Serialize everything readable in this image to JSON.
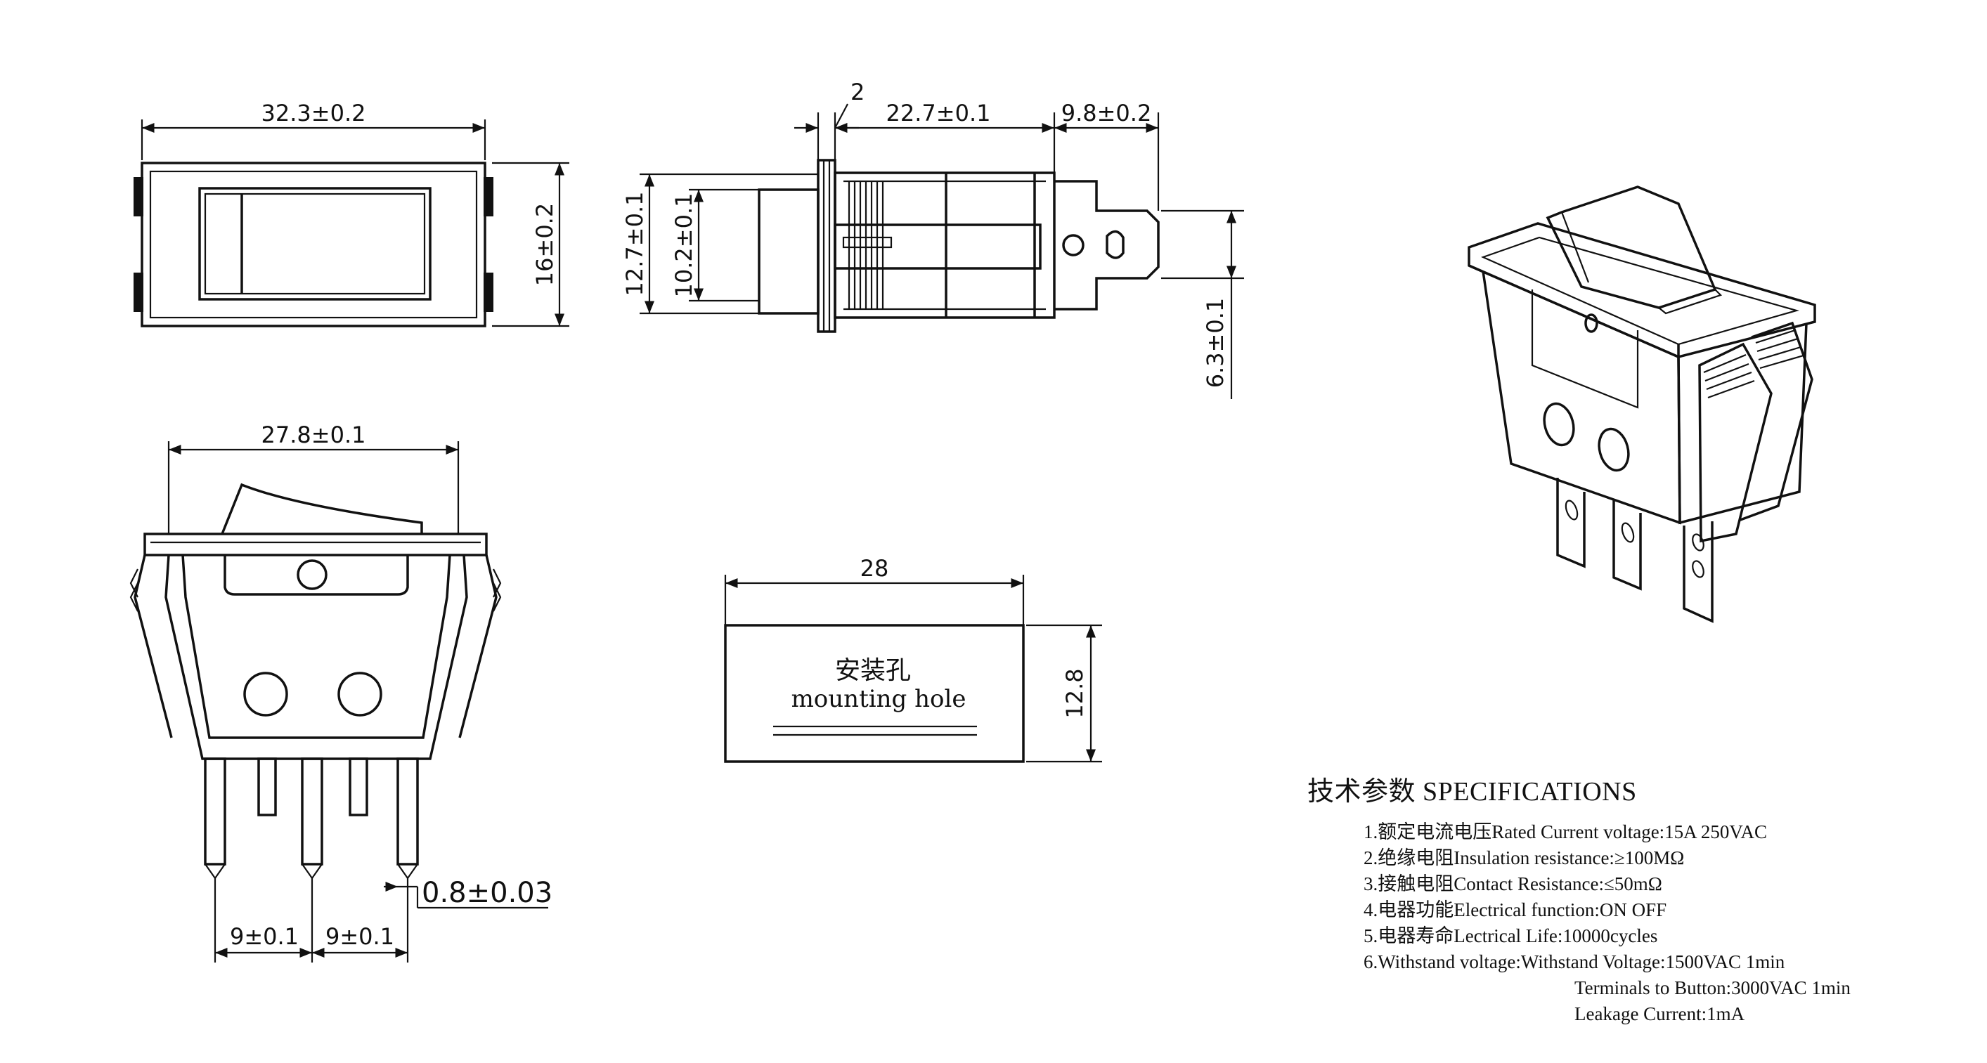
{
  "dimensions": {
    "width_total": "32.3±0.2",
    "height_total": "16±0.2",
    "depth_front": "2",
    "body_depth": "22.7±0.1",
    "terminal_length": "9.8±0.2",
    "flange_height": "12.7±0.1",
    "body_height": "10.2±0.1",
    "terminal_width": "6.3±0.1",
    "side_width": "27.8±0.1",
    "pin_pitch_1": "9±0.1",
    "pin_pitch_2": "9±0.1",
    "pin_thickness": "0.8±0.03",
    "cutout_width": "28",
    "cutout_height": "12.8"
  },
  "mounting_hole": {
    "label_cn": "安装孔",
    "label_en": "mounting hole"
  },
  "specifications": {
    "title": "技术参数 SPECIFICATIONS",
    "items": [
      "1.额定电流电压Rated Current voltage:15A 250VAC",
      "2.绝缘电阻Insulation resistance:≥100MΩ",
      "3.接触电阻Contact Resistance:≤50mΩ",
      "4.电器功能Electrical function:ON OFF",
      "5.电器寿命Lectrical Life:10000cycles",
      "6.Withstand voltage:Withstand Voltage:1500VAC 1min"
    ],
    "sub_items": [
      "Terminals to Button:3000VAC 1min",
      "Leakage Current:1mA"
    ]
  }
}
